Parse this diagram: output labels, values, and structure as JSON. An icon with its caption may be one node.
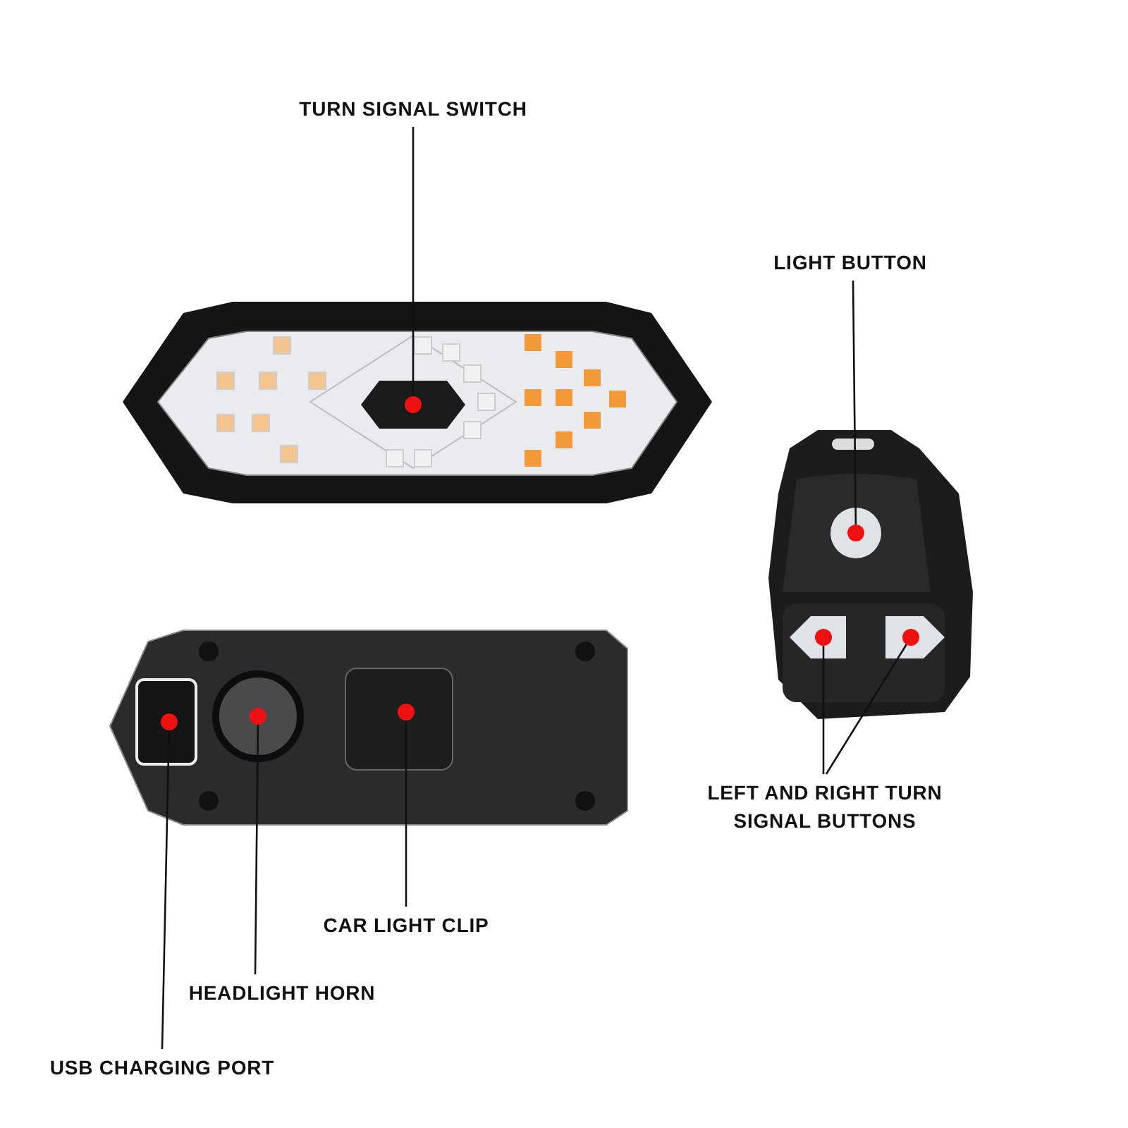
{
  "diagram": {
    "nodes": [
      {
        "text": [
          "TURN SIGNAL SWITCH"
        ]
      },
      {
        "text": [],
        "shape": "circle"
      },
      {
        "text": [
          "LIGHT BUTTON"
        ]
      },
      {
        "text": [],
        "shape": "circle"
      },
      {
        "text": [],
        "shape": "circle"
      },
      {
        "text": [],
        "shape": "circle"
      },
      {
        "text": [
          "LEFT AND RIGHT TURN SIGNAL BUTTONS"
        ]
      },
      {
        "text": [],
        "shape": "circle"
      },
      {
        "text": [],
        "shape": "circle"
      },
      {
        "text": [],
        "shape": "circle"
      },
      {
        "text": [
          "CAR LIGHT CLIP"
        ]
      },
      {
        "text": [
          "HEADLIGHT HORN"
        ]
      },
      {
        "text": [
          "USB CHARGING PORT"
        ]
      }
    ],
    "edges": [
      {
        "from": 0,
        "to": 1,
        "arrow": "none"
      },
      {
        "from": 2,
        "to": 3,
        "arrow": "none"
      },
      {
        "from": 6,
        "to": 4,
        "arrow": "none"
      },
      {
        "from": 6,
        "to": 5,
        "arrow": "none"
      },
      {
        "from": 10,
        "to": 9,
        "arrow": "none"
      },
      {
        "from": 11,
        "to": 8,
        "arrow": "none"
      },
      {
        "from": 12,
        "to": 7,
        "arrow": "none"
      }
    ]
  }
}
